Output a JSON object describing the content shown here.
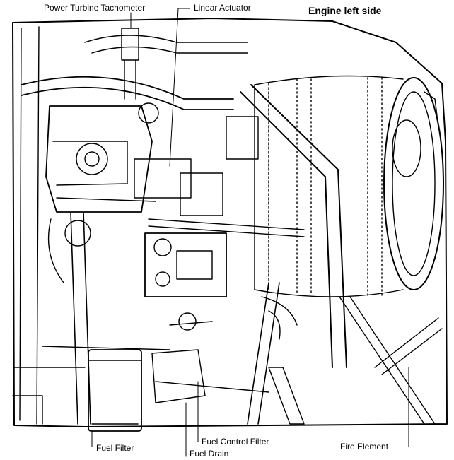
{
  "title": "Engine left side",
  "callouts": {
    "power_turbine_tachometer": "Power Turbine Tachometer",
    "linear_actuator": "Linear Actuator",
    "fuel_filter": "Fuel Filter",
    "fuel_drain": "Fuel Drain",
    "fuel_control_filter": "Fuel Control Filter",
    "fire_element": "Fire Element"
  },
  "colors": {
    "ink": "#000000",
    "paper": "#ffffff"
  }
}
